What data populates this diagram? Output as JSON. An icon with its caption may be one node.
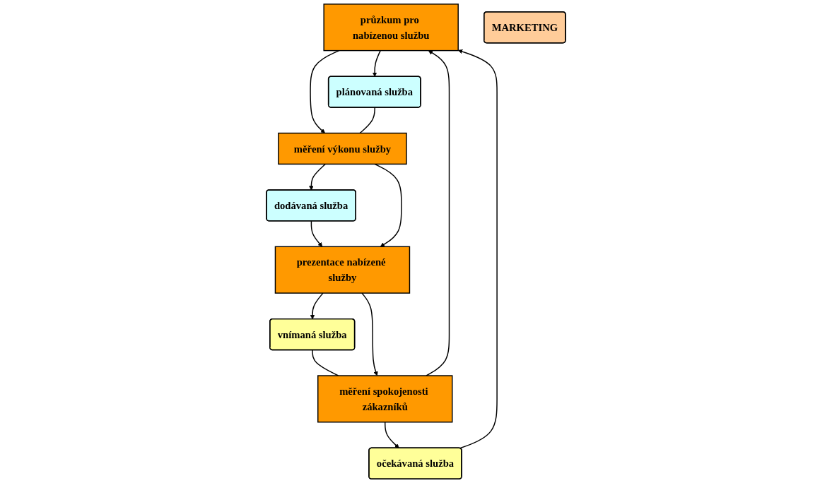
{
  "diagram": {
    "nodes": [
      {
        "text": [
          "průzkum pro nabízenou službu"
        ]
      },
      {
        "text": [
          "očekávaná služba"
        ]
      },
      {
        "text": [
          "MARKETING"
        ]
      },
      {
        "text": [
          "plánovaná služba"
        ]
      },
      {
        "text": [
          "měření spokojenosti zákazníků"
        ]
      },
      {
        "text": [
          "měření výkonu služby"
        ]
      },
      {
        "text": [
          "vnímaná služba"
        ]
      },
      {
        "text": [
          "dodávaná služba"
        ]
      },
      {
        "text": [
          "prezentace nabízené služby"
        ]
      }
    ],
    "edges": [
      {
        "from": 4,
        "to": 0,
        "arrow": "to"
      },
      {
        "from": 0,
        "to": 5,
        "arrow": "to"
      },
      {
        "from": 1,
        "to": 0,
        "arrow": "to"
      },
      {
        "from": 0,
        "to": 3,
        "arrow": "to"
      },
      {
        "from": 4,
        "to": 1,
        "arrow": "to"
      },
      {
        "from": 3,
        "to": 5,
        "arrow": "none"
      },
      {
        "from": 6,
        "to": 4,
        "arrow": "none"
      },
      {
        "from": 5,
        "to": 7,
        "arrow": "to"
      },
      {
        "from": 8,
        "to": 6,
        "arrow": "to"
      },
      {
        "from": 7,
        "to": 8,
        "arrow": "to"
      },
      {
        "from": 8,
        "to": 4,
        "arrow": "to"
      },
      {
        "from": 5,
        "to": 8,
        "arrow": "to"
      }
    ]
  }
}
